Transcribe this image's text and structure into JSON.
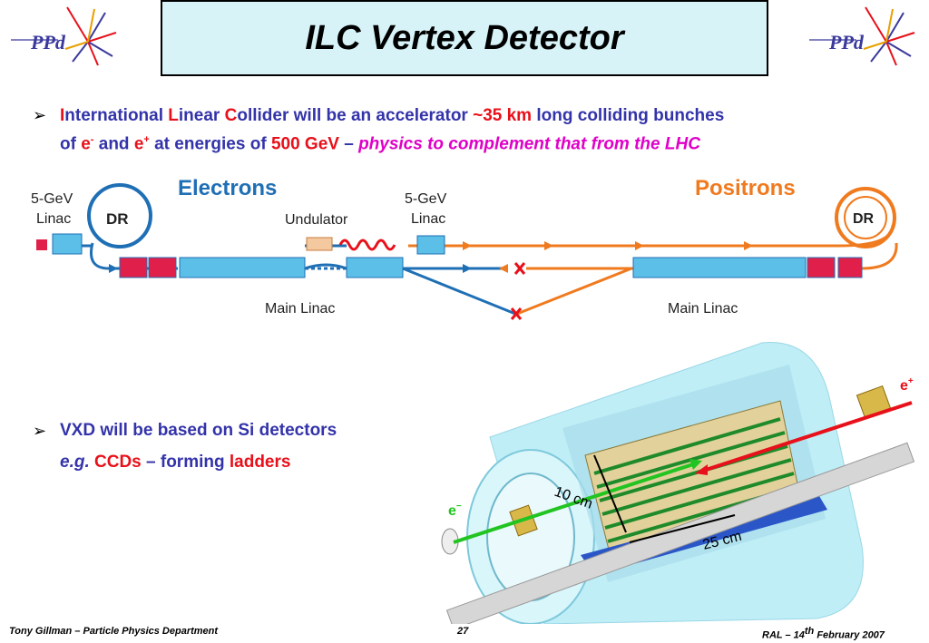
{
  "header": {
    "title": "ILC Vertex Detector",
    "logo_text": "PPd"
  },
  "bullet1": {
    "i": "I",
    "nternational": "nternational ",
    "l": "L",
    "inear": "inear ",
    "c": "C",
    "ollider": "ollider will be an accelerator ",
    "km": "~35 km",
    "long": " long colliding bunches",
    "of": "of ",
    "e_minus": "e",
    "minus": "-",
    "and": " and ",
    "e_plus": "e",
    "plus": "+",
    "at": " at energies of ",
    "gev": "500 GeV",
    "dash": " – ",
    "physics": "physics to complement that from the LHC"
  },
  "accelerator_diagram": {
    "electrons": "Electrons",
    "positrons": "Positrons",
    "linac_left_1": "5-GeV",
    "linac_left_2": "Linac",
    "dr_left": "DR",
    "undulator": "Undulator",
    "linac_mid_1": "5-GeV",
    "linac_mid_2": "Linac",
    "dr_right": "DR",
    "main_linac_left": "Main Linac",
    "main_linac_right": "Main Linac",
    "colors": {
      "electron": "#1f6fb5",
      "positron": "#f07a1e",
      "linac": "#5bbfe8",
      "block": "#e0204a"
    }
  },
  "bullet2": {
    "line1": "VXD will be based on Si detectors",
    "eg": "e.g.",
    "ccds": " CCDs",
    "forming": " – forming ",
    "ladders": "ladders"
  },
  "detector_figure": {
    "e_plus": "e",
    "e_plus_sup": "+",
    "e_minus": "e",
    "e_minus_sup": "−",
    "dim_10": "10 cm",
    "dim_25": "25 cm"
  },
  "footer": {
    "left": "Tony Gillman – Particle Physics Department",
    "page": "27",
    "right_pre": "RAL – 14",
    "right_sup": "th",
    "right_post": " February 2007"
  }
}
